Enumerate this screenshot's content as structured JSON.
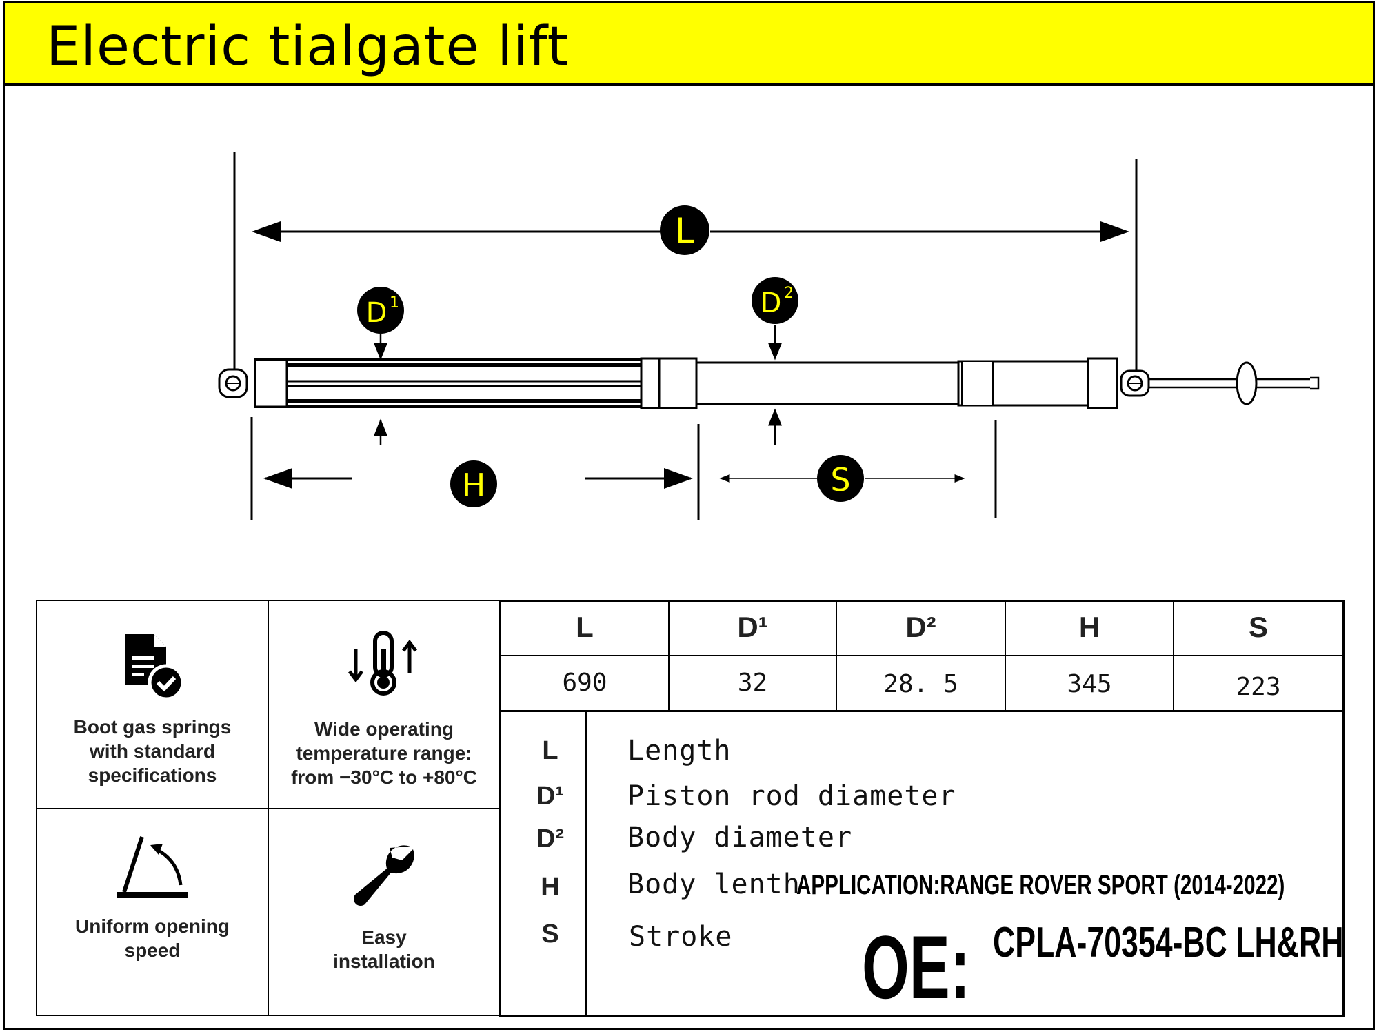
{
  "header": {
    "title": "Electric tialgate lift",
    "background": "#ffff00"
  },
  "diagram": {
    "labels": {
      "L": "L",
      "D1": "D",
      "D1_sup": "1",
      "D2": "D",
      "D2_sup": "2",
      "H": "H",
      "S": "S"
    },
    "label_color": "#ffff00"
  },
  "features": [
    {
      "icon": "document-check-icon",
      "text_lines": [
        "Boot gas springs",
        "with standard",
        "specifications"
      ]
    },
    {
      "icon": "thermometer-icon",
      "text_lines": [
        "Wide operating",
        "temperature range:",
        "from −30°C to +80°C"
      ]
    },
    {
      "icon": "opening-angle-icon",
      "text_lines": [
        "Uniform opening",
        "speed"
      ]
    },
    {
      "icon": "wrench-icon",
      "text_lines": [
        "Easy",
        "installation"
      ]
    }
  ],
  "dimensions": {
    "headers": [
      "L",
      "D¹",
      "D²",
      "H",
      "S"
    ],
    "values": [
      "690",
      "32",
      "28. 5",
      "345",
      "223"
    ]
  },
  "legend": [
    {
      "key": "L",
      "desc": "Length"
    },
    {
      "key": "D¹",
      "desc": "Piston rod diameter"
    },
    {
      "key": "D²",
      "desc": "Body diameter"
    },
    {
      "key": "H",
      "desc": "Body lenth"
    },
    {
      "key": "S",
      "desc": "Stroke"
    }
  ],
  "application": "APPLICATION:RANGE ROVER SPORT (2014-2022)",
  "oe": {
    "label": "OE:",
    "number": "CPLA-70354-BC  LH&RH"
  }
}
